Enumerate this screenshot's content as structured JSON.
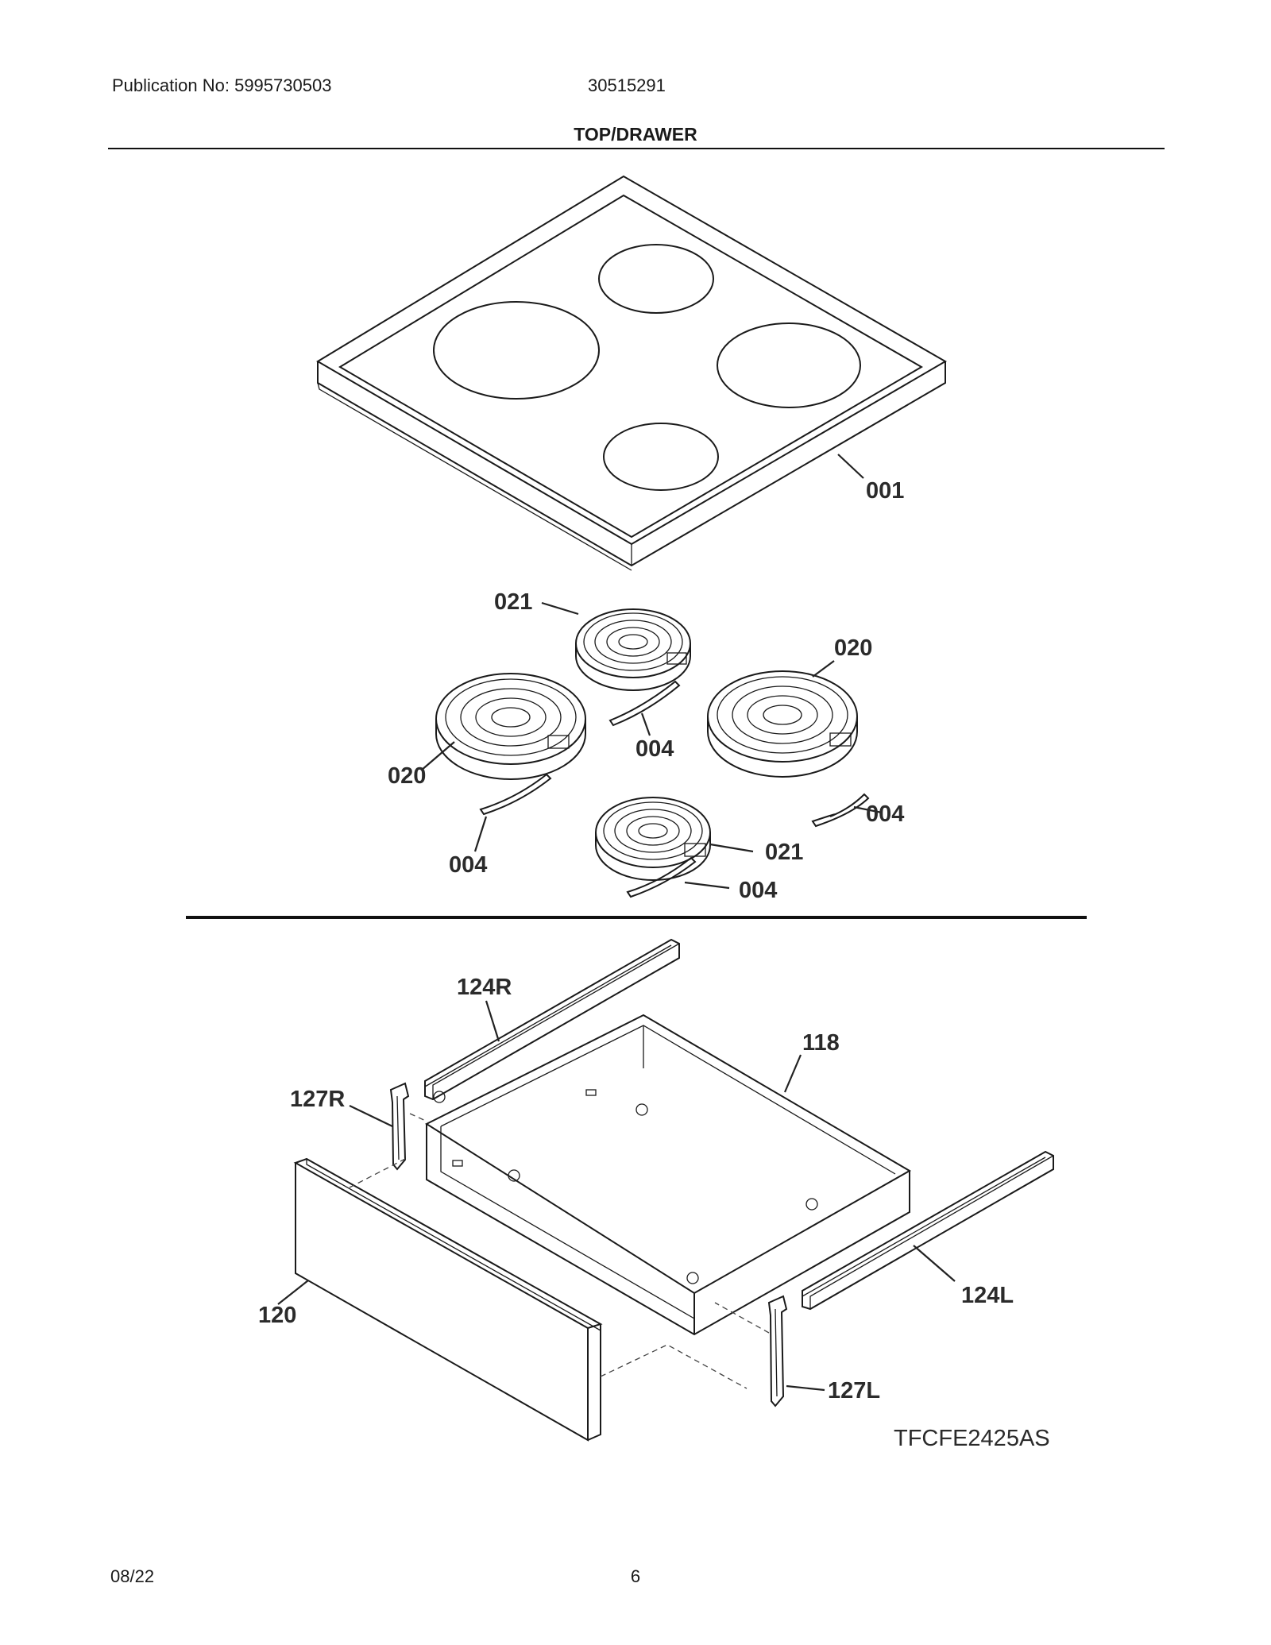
{
  "header": {
    "publication": "Publication No: 5995730503",
    "model_number": "30515291",
    "section_title": "TOP/DRAWER"
  },
  "callouts": {
    "cooktop": "001",
    "element_large": "020",
    "element_small": "021",
    "bracket": "004",
    "drawer_body": "118",
    "drawer_front": "120",
    "rail_right": "124R",
    "rail_left": "124L",
    "bracket_right": "127R",
    "bracket_left": "127L"
  },
  "model_tag": "TFCFE2425AS",
  "footer": {
    "date": "08/22",
    "page_number": "6"
  }
}
